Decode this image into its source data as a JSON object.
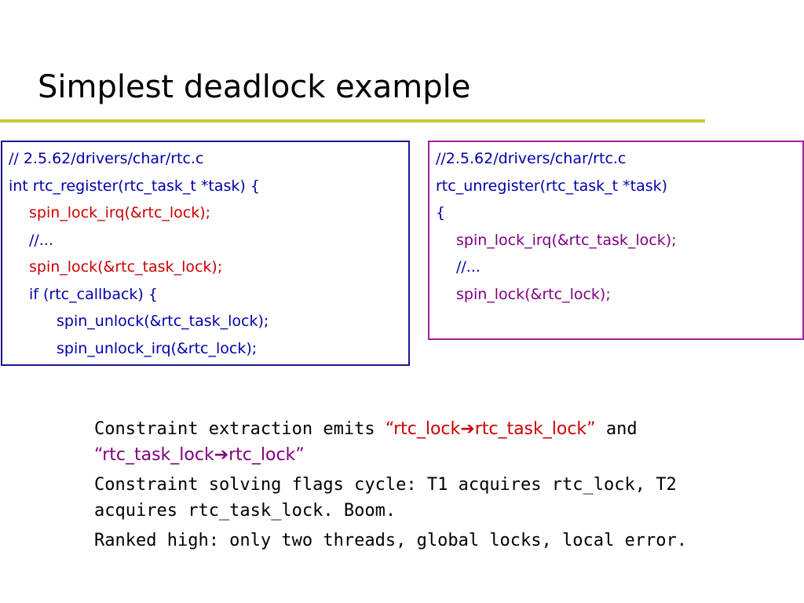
{
  "slide": {
    "title": "Simplest deadlock example"
  },
  "code_left": {
    "lines": [
      "// 2.5.62/drivers/char/rtc.c",
      "int rtc_register(rtc_task_t *task) {",
      "spin_lock_irq(&rtc_lock);",
      "//...",
      "spin_lock(&rtc_task_lock);",
      "if (rtc_callback) {",
      "spin_unlock(&rtc_task_lock);",
      "spin_unlock_irq(&rtc_lock);"
    ]
  },
  "code_right": {
    "lines": [
      "//2.5.62/drivers/char/rtc.c",
      "rtc_unregister(rtc_task_t *task)",
      "{",
      "spin_lock_irq(&rtc_task_lock);",
      "//...",
      "spin_lock(&rtc_lock);"
    ]
  },
  "bullets": {
    "b1_prefix": "Constraint extraction emits ",
    "b1_q1_a": "“rtc_lock",
    "b1_arrow1": "➔",
    "b1_q1_b": "rtc_task_lock”",
    "b1_and": " and",
    "b1_q2_a": "“rtc_task_lock",
    "b1_arrow2": "➔",
    "b1_q2_b": "rtc_lock”",
    "b2_line1": "Constraint solving flags cycle: T1 acquires rtc_lock, T2",
    "b2_line2": "acquires rtc_task_lock. Boom.",
    "b3": "Ranked high: only two threads, global locks, local error."
  },
  "colors": {
    "rule": "#c8c832",
    "left_border": "#1a1a8c",
    "right_border": "#a020a0",
    "code_blue": "#0000aa",
    "code_red": "#cc0000",
    "code_purple": "#800080"
  }
}
